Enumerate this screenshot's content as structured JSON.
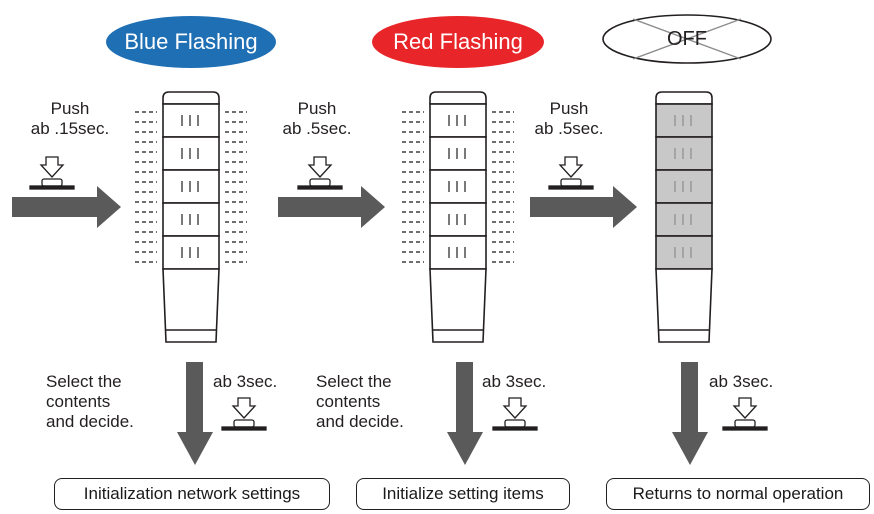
{
  "stages": [
    {
      "state": "Blue Flashing",
      "state_color": "#1f6fb5",
      "push_text": "Push\nab .15sec.",
      "select_text": "Select the\ncontents\nand decide.",
      "hold_text": "ab 3sec.",
      "result": "Initialization network settings"
    },
    {
      "state": "Red Flashing",
      "state_color": "#e8262a",
      "push_text": "Push\nab .5sec.",
      "select_text": "Select the\ncontents\nand decide.",
      "hold_text": "ab 3sec.",
      "result": "Initialize setting items"
    },
    {
      "state": "OFF",
      "state_color": "#ffffff",
      "push_text": "Push\nab .5sec.",
      "select_text": "",
      "hold_text": "ab 3sec.",
      "result": "Returns to normal operation"
    }
  ],
  "colors": {
    "arrow": "#5a5a5a",
    "tower_lit": "#ffffff",
    "tower_off": "#c8c8c8",
    "outline": "#231f20"
  }
}
